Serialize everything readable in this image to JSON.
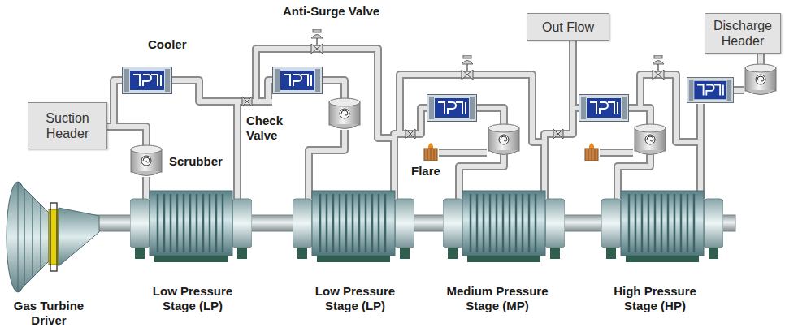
{
  "diagram": {
    "nodes": [
      {
        "text": [
          "Suction Header"
        ]
      },
      {
        "text": [
          "Out Flow"
        ]
      },
      {
        "text": [
          "Discharge Header"
        ]
      }
    ],
    "labels": [
      "Anti-Surge Valve",
      "Cooler",
      "Check Valve",
      "Scrubber",
      "Flare",
      "Gas Turbine Driver",
      "Low Pressure Stage (LP)",
      "Low Pressure Stage (LP)",
      "Medium Pressure Stage (MP)",
      "High Pressure Stage (HP)"
    ]
  }
}
